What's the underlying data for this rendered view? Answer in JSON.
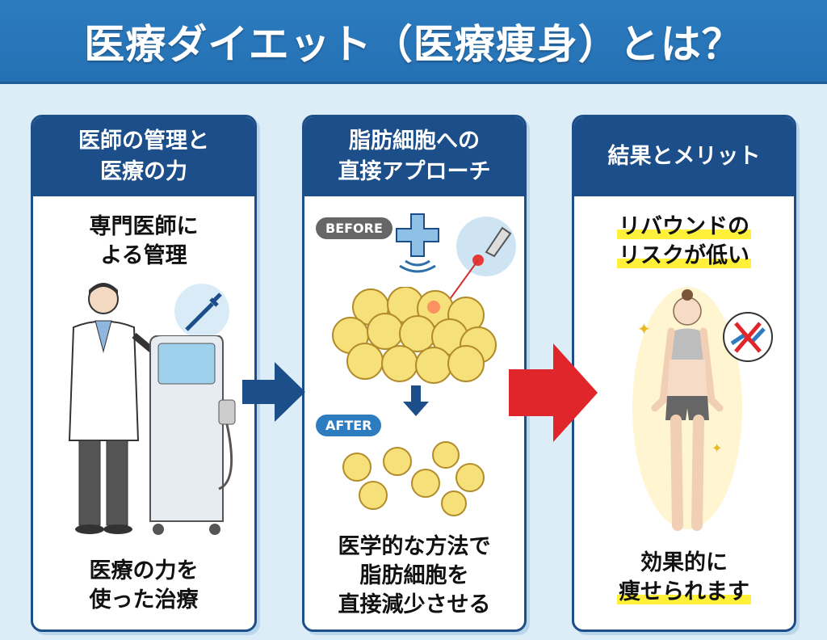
{
  "title": "医療ダイエット（医療痩身）とは？",
  "colors": {
    "header": "#2a78bc",
    "panel_header": "#1c4f8a",
    "background": "#dcedf8",
    "arrow_blue": "#1c4f8a",
    "arrow_red": "#e1262b",
    "highlight": "#fff03a"
  },
  "panels": [
    {
      "heading": [
        "医師の管理と",
        "医療の力"
      ],
      "top_text": [
        "専門医師に",
        "よる管理"
      ],
      "bottom_text": [
        "医療の力を",
        "使った治療"
      ],
      "icons": [
        "doctor-icon",
        "syringe-icon",
        "medical-machine-icon"
      ]
    },
    {
      "heading": [
        "脂肪細胞への",
        "直接アプローチ"
      ],
      "before_label": "BEFORE",
      "after_label": "AFTER",
      "bottom_text": [
        "医学的な方法で",
        "脂肪細胞を",
        "直接減少させる"
      ],
      "icons": [
        "medical-cross-icon",
        "laser-icon",
        "fat-cells-icon"
      ]
    },
    {
      "heading": [
        "結果とメリット"
      ],
      "top_text": [
        "リバウンドの",
        "リスクが低い"
      ],
      "bottom_text": [
        "効果的に",
        "痩せられます"
      ],
      "icons": [
        "slim-woman-icon",
        "no-rebound-icon",
        "sparkle-icon"
      ]
    }
  ]
}
